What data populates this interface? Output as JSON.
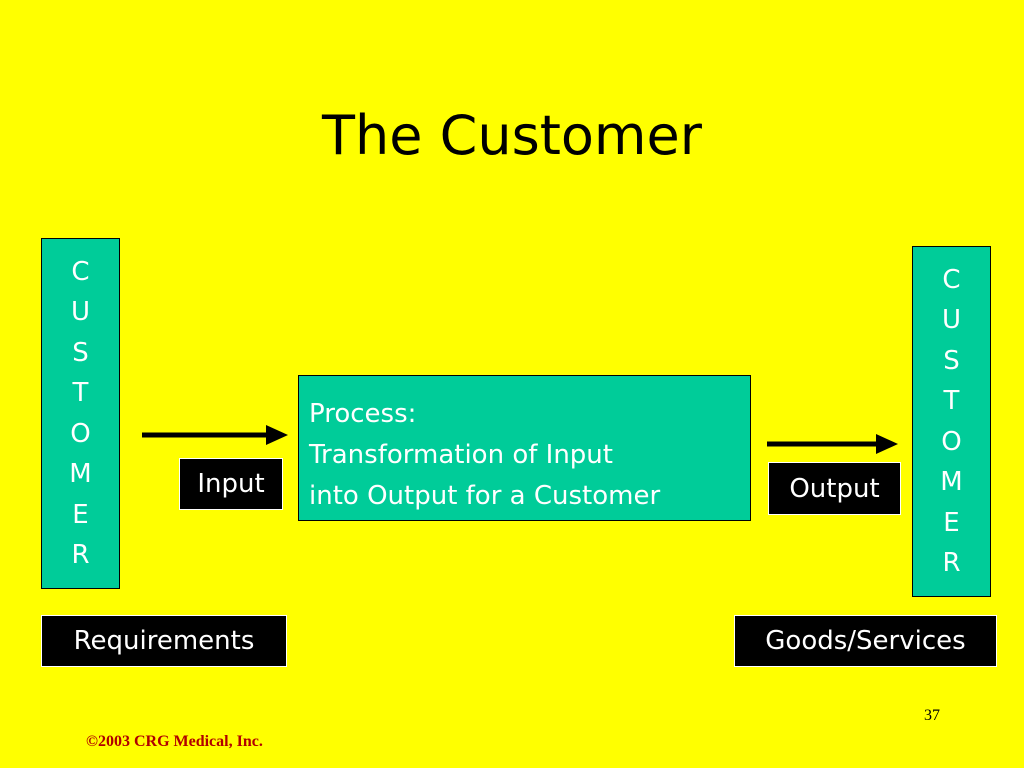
{
  "slide": {
    "title": "The Customer",
    "left_customer_letters": [
      "C",
      "U",
      "S",
      "T",
      "O",
      "M",
      "E",
      "R"
    ],
    "right_customer_letters": [
      "C",
      "U",
      "S",
      "T",
      "O",
      "M",
      "E",
      "R"
    ],
    "process": {
      "line1": "Process:",
      "line2": "Transformation of Input",
      "line3": "into Output for a Customer"
    },
    "input_label": "Input",
    "output_label": "Output",
    "requirements_label": "Requirements",
    "goods_label": "Goods/Services",
    "page_number": "37",
    "copyright": "©2003 CRG Medical, Inc."
  },
  "colors": {
    "background": "#FFFF00",
    "box_fill": "#00CC99",
    "label_fill": "#000000",
    "text_light": "#FFFFFF",
    "copyright": "#B00000"
  }
}
